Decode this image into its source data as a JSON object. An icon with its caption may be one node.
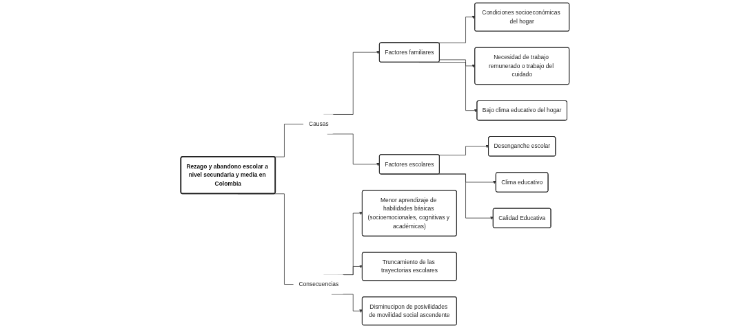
{
  "diagram": {
    "nodes": [
      {
        "text": [
          "Disminucipon de posivilidades de movilidad social ascendente"
        ]
      },
      {
        "text": [
          "Truncamiento de las trayectorias escolares"
        ]
      },
      {
        "text": [
          "Menor aprendizaje de habilidades básicas (socioemocionales, cognitivas y académicas)"
        ]
      },
      {
        "text": [
          "Consecuencias"
        ]
      },
      {
        "text": [
          "Rezago y abandono escolar a nivel secundaria y media en Colombia"
        ]
      },
      {
        "text": [
          "Causas"
        ]
      },
      {
        "text": [
          "Factores familiares"
        ]
      },
      {
        "text": [
          "Factores escolares"
        ]
      },
      {
        "text": [
          "Condiciones socioeconómicas del hogar"
        ]
      },
      {
        "text": [
          "Bajo clima educativo del hogar"
        ]
      },
      {
        "text": [
          "Desenganche escolar"
        ]
      },
      {
        "text": [
          "Calidad Educativa"
        ]
      },
      {
        "text": [
          "Clima educativo"
        ]
      },
      {
        "text": [
          "Necesidad de trabajo remunerado o trabajo del cuidado"
        ]
      }
    ],
    "edges": [
      {
        "from": 4,
        "to": 3,
        "arrow": "none"
      },
      {
        "from": 3,
        "to": 1,
        "arrow": "to"
      },
      {
        "from": 3,
        "to": 0,
        "arrow": "to"
      },
      {
        "from": 3,
        "to": 2,
        "arrow": "to"
      },
      {
        "from": 4,
        "to": 5,
        "arrow": "none"
      },
      {
        "from": 5,
        "to": 6,
        "arrow": "to"
      },
      {
        "from": 5,
        "to": 7,
        "arrow": "to"
      },
      {
        "from": 6,
        "to": 8,
        "arrow": "to"
      },
      {
        "from": 6,
        "to": 13,
        "arrow": "to"
      },
      {
        "from": 6,
        "to": 9,
        "arrow": "to"
      },
      {
        "from": 7,
        "to": 10,
        "arrow": "to"
      },
      {
        "from": 7,
        "to": 12,
        "arrow": "to"
      },
      {
        "from": 7,
        "to": 11,
        "arrow": "to"
      }
    ]
  }
}
